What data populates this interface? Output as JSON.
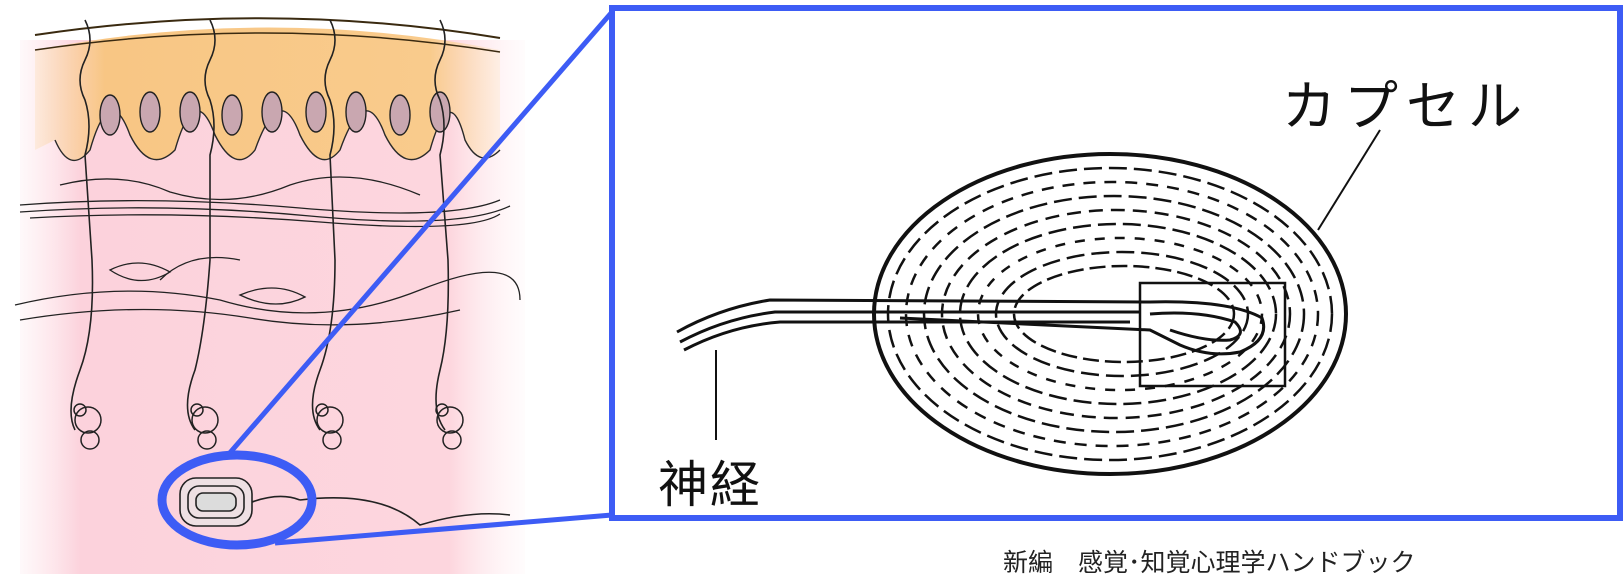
{
  "labels": {
    "capsule": "カプセル",
    "nerve": "神経",
    "source": "新編　感覚･知覚心理学ハンドブック"
  },
  "colors": {
    "highlight": "#3d5cf5",
    "epidermis": "#f7c27d",
    "dermis": "#fdd3dc",
    "line": "#111111"
  },
  "icons": {
    "skin": "skin-cross-section",
    "corpuscle": "pacinian-corpuscle"
  }
}
